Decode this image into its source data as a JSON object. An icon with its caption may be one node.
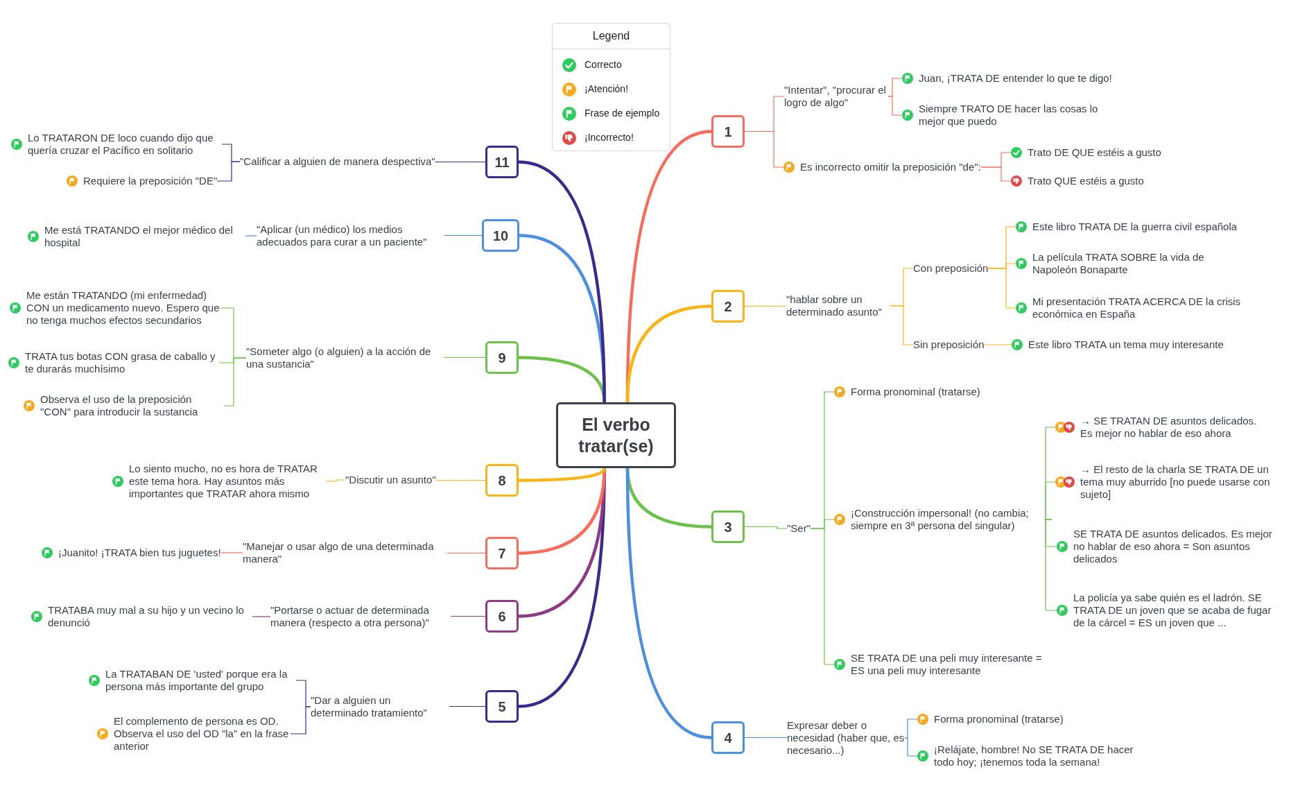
{
  "diagram": {
    "nodes": [
      {
        "text": [
          "El verbo tratar(se)"
        ]
      },
      {
        "text": [
          "1"
        ]
      },
      {
        "text": [
          "2"
        ]
      },
      {
        "text": [
          "3"
        ]
      },
      {
        "text": [
          "4"
        ]
      },
      {
        "text": [
          "5"
        ]
      },
      {
        "text": [
          "6"
        ]
      },
      {
        "text": [
          "7"
        ]
      },
      {
        "text": [
          "8"
        ]
      },
      {
        "text": [
          "9"
        ]
      },
      {
        "text": [
          "10"
        ]
      },
      {
        "text": [
          "11"
        ]
      },
      {
        "text": [
          "\"Intentar\", \"procurar el logro de algo\""
        ]
      },
      {
        "text": [
          "Juan, ¡TRATA DE entender lo que te digo!"
        ]
      },
      {
        "text": [
          "Siempre TRATO DE hacer las cosas lo mejor que puedo"
        ]
      },
      {
        "text": [
          "Es incorrecto omitir la preposición \"de\":"
        ]
      },
      {
        "text": [
          "Trato DE QUE estéis a gusto"
        ]
      },
      {
        "text": [
          "Trato QUE estéis a gusto"
        ]
      },
      {
        "text": [
          "\"hablar sobre un determinado asunto\""
        ]
      },
      {
        "text": [
          "Con preposición"
        ]
      },
      {
        "text": [
          "Este libro TRATA DE la guerra civil española"
        ]
      },
      {
        "text": [
          "La película TRATA SOBRE la vida de Napoleón Bonaparte"
        ]
      },
      {
        "text": [
          "Mi presentación TRATA ACERCA DE la crisis económica en España"
        ]
      },
      {
        "text": [
          "Sin preposición"
        ]
      },
      {
        "text": [
          "Este libro TRATA un tema muy interesante"
        ]
      },
      {
        "text": [
          "\"Ser\""
        ]
      },
      {
        "text": [
          "Forma pronominal (tratarse)"
        ]
      },
      {
        "text": [
          "¡Construcción impersonal! (no cambia; siempre en 3ª persona del singular)"
        ]
      },
      {
        "text": [
          "→ SE TRATAN DE asuntos delicados. Es mejor no hablar de eso ahora"
        ]
      },
      {
        "text": [
          "→ El resto de la charla SE TRATA DE un tema muy aburrido [no puede usarse con sujeto]"
        ]
      },
      {
        "text": [
          "SE TRATA DE asuntos delicados. Es mejor no hablar de eso ahora = Son asuntos delicados"
        ]
      },
      {
        "text": [
          "La policía ya sabe quién es el ladrón. SE TRATA DE un joven que se acaba de fugar de la cárcel = ES un joven que ..."
        ]
      },
      {
        "text": [
          "SE TRATA DE una peli muy interesante = ES una peli muy interesante"
        ]
      },
      {
        "text": [
          "Expresar deber o necesidad (haber que, es necesario...)"
        ]
      },
      {
        "text": [
          "Forma pronominal (tratarse)"
        ]
      },
      {
        "text": [
          "¡Relájate, hombre! No SE TRATA DE hacer todo hoy; ¡tenemos toda la semana!"
        ]
      },
      {
        "text": [
          "\"Calificar a alguien de manera despectiva\""
        ]
      },
      {
        "text": [
          "Lo TRATARON DE loco cuando dijo que quería cruzar el Pacífico en solitario"
        ]
      },
      {
        "text": [
          "Requiere la preposición \"DE\""
        ]
      },
      {
        "text": [
          "\"Aplicar (un médico) los medios adecuados para curar a un paciente\""
        ]
      },
      {
        "text": [
          "Me está TRATANDO el mejor médico del hospital"
        ]
      },
      {
        "text": [
          "\"Someter algo (o alguien) a la acción de una sustancia\""
        ]
      },
      {
        "text": [
          "Me están TRATANDO (mi enfermedad) CON un medicamento nuevo. Espero que no tenga muchos efectos secundarios"
        ]
      },
      {
        "text": [
          "TRATA tus botas CON grasa de caballo y te durarás muchísimo"
        ]
      },
      {
        "text": [
          "Observa el uso de la preposición \"CON\" para introducir la sustancia"
        ]
      },
      {
        "text": [
          "\"Discutir un asunto\""
        ]
      },
      {
        "text": [
          "Lo siento mucho, no es hora de TRATAR este tema hora. Hay asuntos más importantes que TRATAR ahora mismo"
        ]
      },
      {
        "text": [
          "\"Manejar o usar algo de una determinada manera\""
        ]
      },
      {
        "text": [
          "¡Juanito! ¡TRATA bien tus juguetes!"
        ]
      },
      {
        "text": [
          "\"Portarse o actuar de determinada manera (respecto a otra persona)\""
        ]
      },
      {
        "text": [
          "TRATABA muy mal a su hijo y un vecino lo denunció"
        ]
      },
      {
        "text": [
          "\"Dar a alguien un determinado tratamiento\""
        ]
      },
      {
        "text": [
          "La TRATABAN DE 'usted' porque era la persona más importante del grupo"
        ]
      },
      {
        "text": [
          "El complemento de persona es OD. Observa el uso del OD \"la\" en la frase anterior"
        ]
      }
    ],
    "edges": [
      {
        "from": 0,
        "to": 1,
        "arrow": "none",
        "style": "thick",
        "color": "#f96b5b"
      },
      {
        "from": 0,
        "to": 2,
        "arrow": "none",
        "style": "thick",
        "color": "#f9b515"
      },
      {
        "from": 0,
        "to": 3,
        "arrow": "none",
        "style": "thick",
        "color": "#6cc24a"
      },
      {
        "from": 0,
        "to": 4,
        "arrow": "none",
        "style": "thick",
        "color": "#4a8fe0"
      },
      {
        "from": 0,
        "to": 5,
        "arrow": "none",
        "style": "thick",
        "color": "#3b2a8c"
      },
      {
        "from": 0,
        "to": 6,
        "arrow": "none",
        "style": "thick",
        "color": "#8e3a84"
      },
      {
        "from": 0,
        "to": 7,
        "arrow": "none",
        "style": "thick",
        "color": "#f96b5b"
      },
      {
        "from": 0,
        "to": 8,
        "arrow": "none",
        "style": "thick",
        "color": "#f9b515"
      },
      {
        "from": 0,
        "to": 9,
        "arrow": "none",
        "style": "thick",
        "color": "#6cc24a"
      },
      {
        "from": 0,
        "to": 10,
        "arrow": "none",
        "style": "thick",
        "color": "#4a8fe0"
      },
      {
        "from": 0,
        "to": 11,
        "arrow": "none",
        "style": "thick",
        "color": "#3b2a8c"
      },
      {
        "from": 1,
        "to": 12,
        "arrow": "none",
        "color": "#f96b5b"
      },
      {
        "from": 12,
        "to": 13,
        "arrow": "none",
        "color": "#f96b5b"
      },
      {
        "from": 12,
        "to": 14,
        "arrow": "none",
        "color": "#f96b5b"
      },
      {
        "from": 1,
        "to": 15,
        "arrow": "none",
        "color": "#f96b5b"
      },
      {
        "from": 15,
        "to": 16,
        "arrow": "none",
        "color": "#f96b5b"
      },
      {
        "from": 15,
        "to": 17,
        "arrow": "none",
        "color": "#f96b5b"
      },
      {
        "from": 2,
        "to": 18,
        "arrow": "none",
        "color": "#f9b515"
      },
      {
        "from": 18,
        "to": 19,
        "arrow": "none",
        "color": "#f9b515"
      },
      {
        "from": 19,
        "to": 20,
        "arrow": "none",
        "color": "#f9b515"
      },
      {
        "from": 19,
        "to": 21,
        "arrow": "none",
        "color": "#f9b515"
      },
      {
        "from": 19,
        "to": 22,
        "arrow": "none",
        "color": "#f9b515"
      },
      {
        "from": 18,
        "to": 23,
        "arrow": "none",
        "color": "#f9b515"
      },
      {
        "from": 23,
        "to": 24,
        "arrow": "none",
        "color": "#f9b515"
      },
      {
        "from": 3,
        "to": 25,
        "arrow": "none",
        "color": "#6cc24a"
      },
      {
        "from": 25,
        "to": 26,
        "arrow": "none",
        "color": "#6cc24a"
      },
      {
        "from": 25,
        "to": 27,
        "arrow": "none",
        "color": "#6cc24a"
      },
      {
        "from": 27,
        "to": 28,
        "arrow": "none",
        "color": "#6cc24a"
      },
      {
        "from": 27,
        "to": 29,
        "arrow": "none",
        "color": "#6cc24a"
      },
      {
        "from": 27,
        "to": 30,
        "arrow": "none",
        "color": "#6cc24a"
      },
      {
        "from": 27,
        "to": 31,
        "arrow": "none",
        "color": "#6cc24a"
      },
      {
        "from": 25,
        "to": 32,
        "arrow": "none",
        "color": "#6cc24a"
      },
      {
        "from": 4,
        "to": 33,
        "arrow": "none",
        "color": "#4a8fe0"
      },
      {
        "from": 33,
        "to": 34,
        "arrow": "none",
        "color": "#4a8fe0"
      },
      {
        "from": 33,
        "to": 35,
        "arrow": "none",
        "color": "#4a8fe0"
      },
      {
        "from": 11,
        "to": 36,
        "arrow": "none",
        "color": "#3b2a8c"
      },
      {
        "from": 36,
        "to": 37,
        "arrow": "none",
        "color": "#3b2a8c"
      },
      {
        "from": 36,
        "to": 38,
        "arrow": "none",
        "color": "#3b2a8c"
      },
      {
        "from": 10,
        "to": 39,
        "arrow": "none",
        "color": "#4a8fe0"
      },
      {
        "from": 39,
        "to": 40,
        "arrow": "none",
        "color": "#4a8fe0"
      },
      {
        "from": 9,
        "to": 41,
        "arrow": "none",
        "color": "#6cc24a"
      },
      {
        "from": 41,
        "to": 42,
        "arrow": "none",
        "color": "#6cc24a"
      },
      {
        "from": 41,
        "to": 43,
        "arrow": "none",
        "color": "#6cc24a"
      },
      {
        "from": 41,
        "to": 44,
        "arrow": "none",
        "color": "#6cc24a"
      },
      {
        "from": 8,
        "to": 45,
        "arrow": "none",
        "color": "#f9b515"
      },
      {
        "from": 45,
        "to": 46,
        "arrow": "none",
        "color": "#f9b515"
      },
      {
        "from": 7,
        "to": 47,
        "arrow": "none",
        "color": "#f96b5b"
      },
      {
        "from": 47,
        "to": 48,
        "arrow": "none",
        "color": "#f96b5b"
      },
      {
        "from": 6,
        "to": 49,
        "arrow": "none",
        "color": "#8e3a84"
      },
      {
        "from": 49,
        "to": 50,
        "arrow": "none",
        "color": "#8e3a84"
      },
      {
        "from": 5,
        "to": 51,
        "arrow": "none",
        "color": "#3b2a8c"
      },
      {
        "from": 51,
        "to": 52,
        "arrow": "none",
        "color": "#3b2a8c"
      },
      {
        "from": 51,
        "to": 53,
        "arrow": "none",
        "color": "#3b2a8c"
      }
    ],
    "labels": [
      "Legend"
    ],
    "legend": [
      {
        "text": "Correcto"
      },
      {
        "text": "¡Atención!"
      },
      {
        "text": "Frase de ejemplo"
      },
      {
        "text": "¡Incorrecto!"
      }
    ]
  }
}
